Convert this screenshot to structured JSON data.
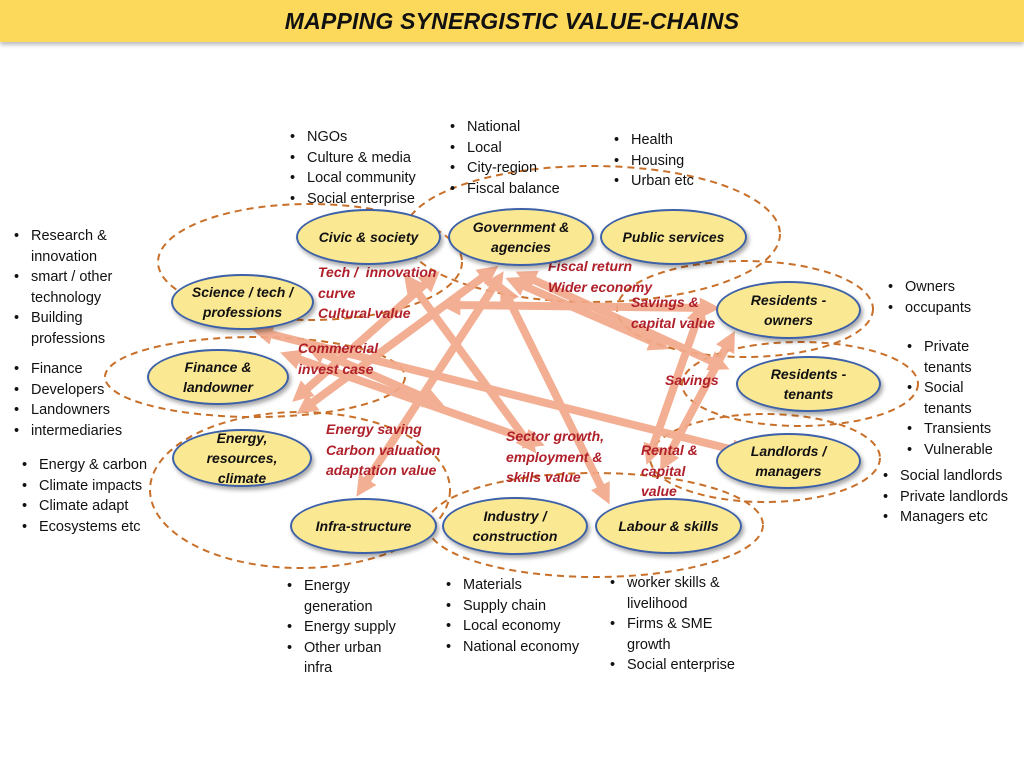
{
  "title": "MAPPING SYNERGISTIC VALUE-CHAINS",
  "nodes": {
    "civic": "Civic & society",
    "government": "Government & agencies",
    "public_services": "Public services",
    "science": "Science / tech / professions",
    "finance": "Finance & landowner",
    "energy": "Energy, resources, climate",
    "infrastructure": "Infra-structure",
    "industry": "Industry / construction",
    "labour": "Labour & skills",
    "residents_owners": "Residents - owners",
    "residents_tenants": "Residents - tenants",
    "landlords": "Landlords / managers"
  },
  "lists": {
    "civic": [
      "NGOs",
      "Culture & media",
      "Local community",
      "Social enterprise"
    ],
    "government": [
      "National",
      "Local",
      "City-region",
      "Fiscal balance"
    ],
    "public_services": [
      "Health",
      "Housing",
      "Urban etc"
    ],
    "science": [
      "Research & innovation",
      "smart / other technology",
      "Building professions"
    ],
    "finance": [
      "Finance",
      "Developers",
      "Landowners",
      "intermediaries"
    ],
    "energy": [
      "Energy & carbon",
      "Climate impacts",
      "Climate adapt",
      "Ecosystems etc"
    ],
    "owners": [
      "Owners",
      "occupants"
    ],
    "tenants": [
      "Private tenants",
      "Social tenants",
      "Transients",
      "Vulnerable"
    ],
    "landlords": [
      "Social landlords",
      "Private landlords",
      "Managers etc"
    ],
    "infrastructure": [
      "Energy generation",
      "Energy supply",
      "Other urban infra"
    ],
    "industry": [
      "Materials",
      "Supply chain",
      "Local economy",
      "National economy"
    ],
    "labour": [
      "worker skills & livelihood",
      "Firms & SME growth",
      "Social enterprise"
    ]
  },
  "value_labels": {
    "tech": "Tech /  innovation\ncurve\nCultural value",
    "fiscal": "Fiscal return\nWider economy",
    "savings_capital": "Savings &\ncapital value",
    "commercial": "Commercial\ninvest case",
    "savings": "Savings",
    "energy": "Energy saving\nCarbon valuation\nadaptation value",
    "sector": "Sector growth,\nemployment &\nskills value",
    "rental": "Rental &\ncapital\nvalue"
  },
  "colors": {
    "title_bar": "#fcd95a",
    "node_fill": "#fbe893",
    "node_border": "#3d61a8",
    "dashed_ellipse": "#c8702a",
    "arrow": "#f3a98a",
    "value_text": "#b0202a"
  }
}
